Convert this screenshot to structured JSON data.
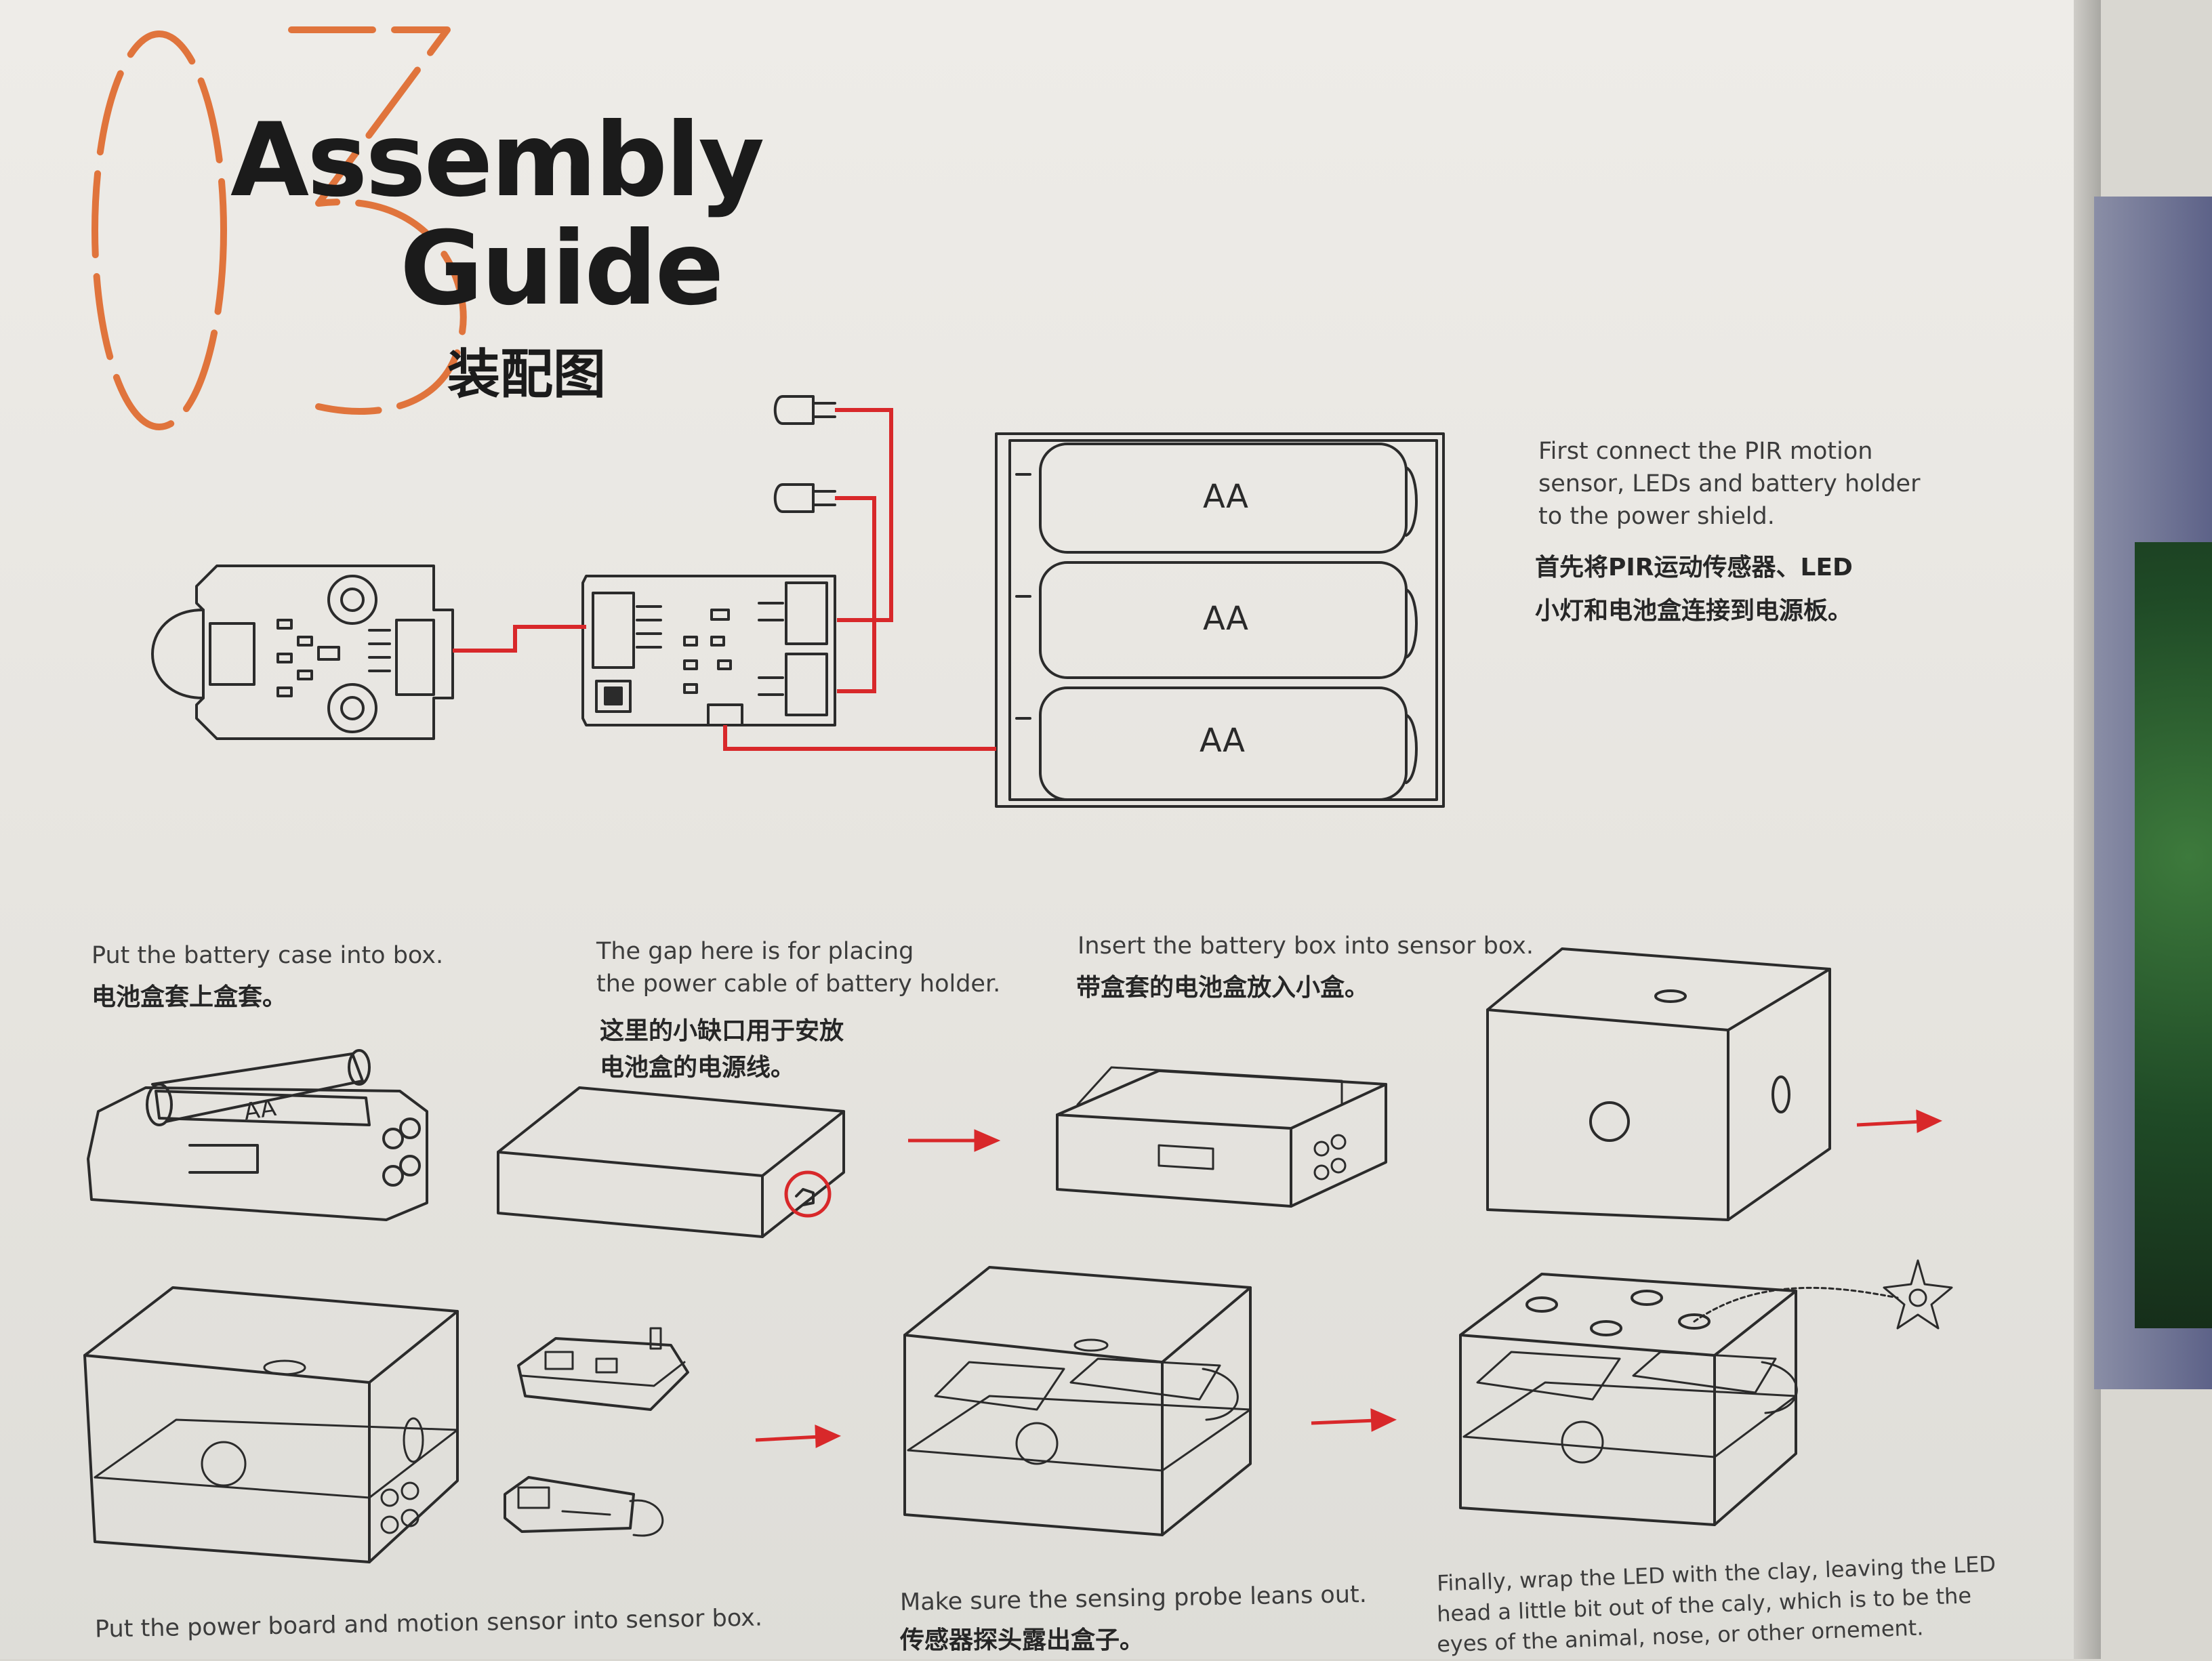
{
  "header": {
    "step_number": "03",
    "title_line1": "Assembly",
    "title_line2": "Guide",
    "title_cn": "装配图"
  },
  "diagram_labels": {
    "battery_1": "AA",
    "battery_2": "AA",
    "battery_3": "AA",
    "small_battery": "AA"
  },
  "step1": {
    "en_lines": [
      "First connect the PIR motion",
      "sensor, LEDs and battery holder",
      "to the power shield."
    ],
    "cn_lines": [
      "首先将PIR运动传感器、LED",
      "小灯和电池盒连接到电源板。"
    ]
  },
  "step2": {
    "en_lines": [
      "Put the battery case into box."
    ],
    "cn_lines": [
      "电池盒套上盒套。"
    ]
  },
  "step3": {
    "en_lines": [
      "The gap here is for placing",
      "the power cable of battery holder."
    ],
    "cn_lines": [
      "这里的小缺口用于安放",
      "电池盒的电源线。"
    ]
  },
  "step4": {
    "en_lines": [
      "Insert the battery box into sensor box."
    ],
    "cn_lines": [
      "带盒套的电池盒放入小盒。"
    ]
  },
  "step5": {
    "en_lines": [
      "Put the power board and motion sensor into sensor box."
    ]
  },
  "step6": {
    "en_lines": [
      "Make sure the sensing probe leans out."
    ],
    "cn_lines": [
      "传感器探头露出盒子。"
    ]
  },
  "step7": {
    "en_lines": [
      "Finally, wrap the LED with the clay, leaving the LED",
      "head a little bit out of the caly, which is to be the",
      "eyes of the animal, nose, or other ornement."
    ]
  },
  "colors": {
    "accent_orange": "#e0743c",
    "wire_red": "#d8282a",
    "line_art": "#2b2b2b",
    "panel": "#e9e7e3"
  }
}
